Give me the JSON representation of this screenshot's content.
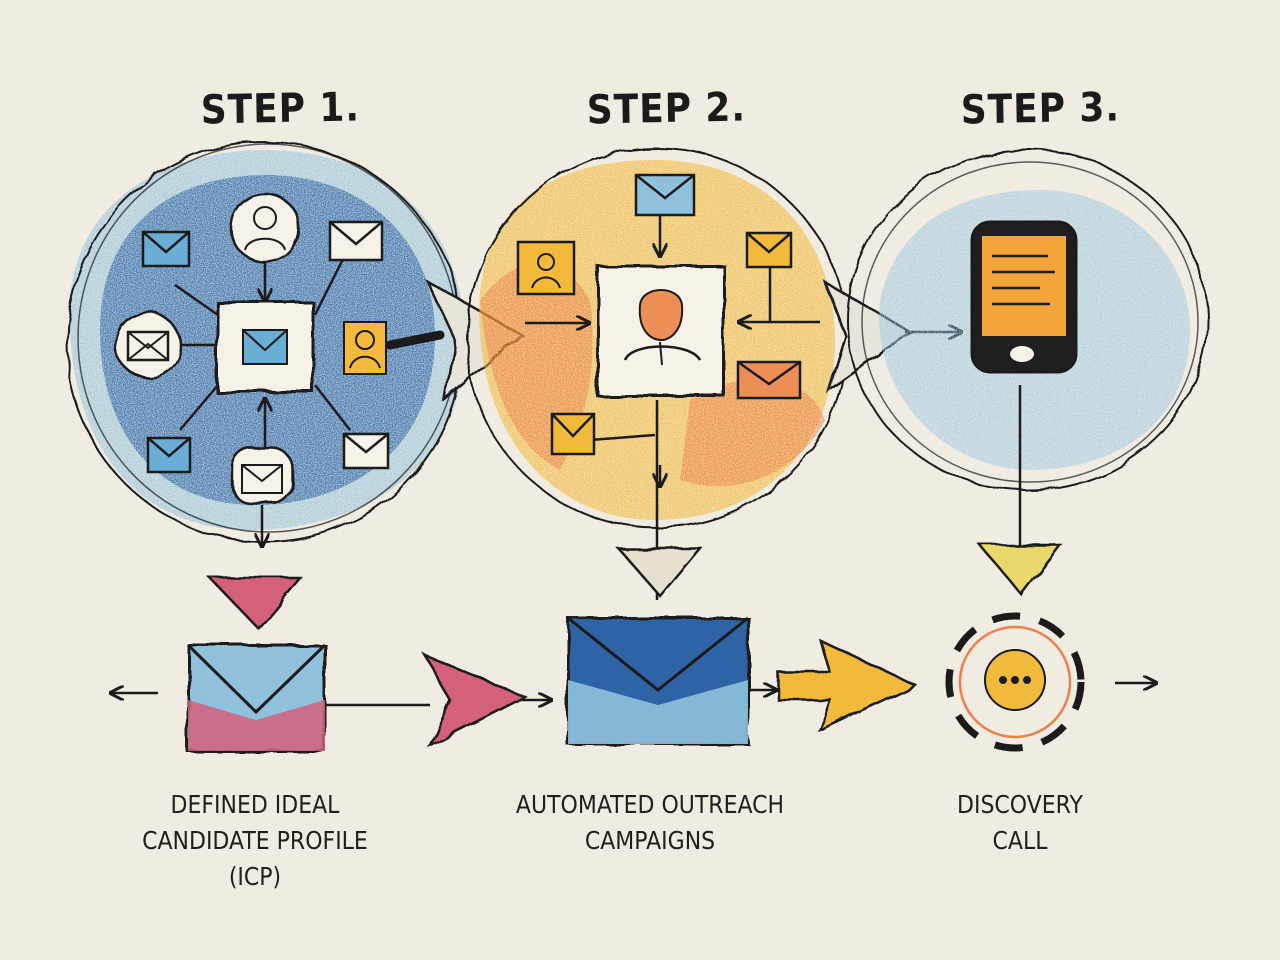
{
  "steps": [
    {
      "title": "STEP 1.",
      "caption": [
        "DEFINED IDEAL",
        "CANDIDATE PROFILE",
        "(ICP)"
      ]
    },
    {
      "title": "STEP 2.",
      "caption": [
        "AUTOMATED OUTREACH",
        "CAMPAIGNS"
      ]
    },
    {
      "title": "STEP 3.",
      "caption": [
        "DISCOVERY",
        "CALL"
      ]
    }
  ],
  "colors": {
    "background": "#f1ece1",
    "step1_blue": "#2f63a6",
    "step1_light_blue": "#8fc0dc",
    "step2_yellow": "#f3b93a",
    "step2_orange": "#ec7f4a",
    "step3_blue": "#9ec8e2",
    "pink": "#d4607a",
    "ink": "#1b1b1b"
  },
  "icons": [
    "envelope-icon",
    "person-icon",
    "phone-icon",
    "chat-bubble-icon",
    "arrow-icon"
  ]
}
